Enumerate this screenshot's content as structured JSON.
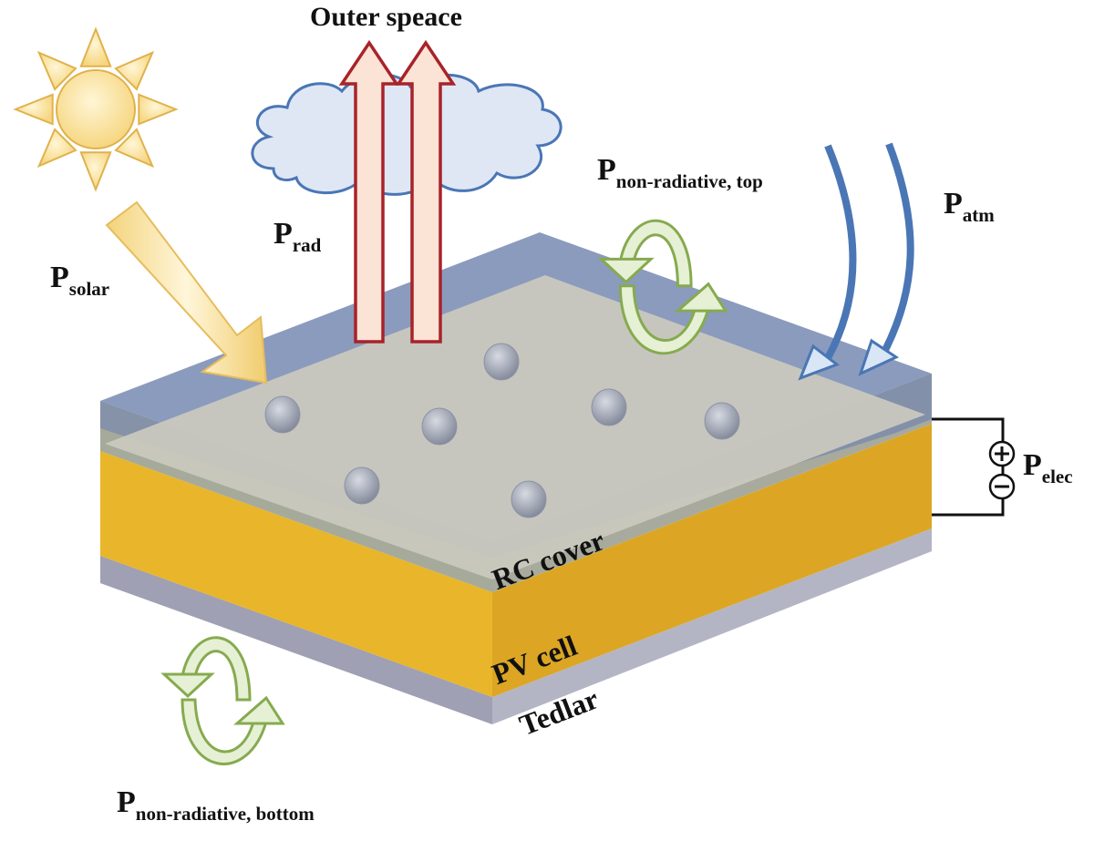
{
  "title": "Outer speace",
  "labels": {
    "solar": {
      "main": "P",
      "sub": "solar"
    },
    "rad": {
      "main": "P",
      "sub": "rad"
    },
    "nonrad_top": {
      "main": "P",
      "sub": "non-radiative, top"
    },
    "atm": {
      "main": "P",
      "sub": "atm"
    },
    "elec": {
      "main": "P",
      "sub": "elec"
    },
    "nonrad_bottom": {
      "main": "P",
      "sub": "non-radiative, bottom"
    }
  },
  "layers": {
    "cover": "RC cover",
    "pv": "PV cell",
    "tedlar": "Tedlar"
  },
  "colors": {
    "cover_top": "#8b9bbd",
    "cover_inner": "#cbcabf",
    "pv_yellow": "#e8b42a",
    "tedlar": "#a4a5b8",
    "rad_arrow": "#a8232a",
    "atm_arrow": "#4a76b5",
    "convection": "#8fb25a",
    "sun": "#f3c867"
  }
}
